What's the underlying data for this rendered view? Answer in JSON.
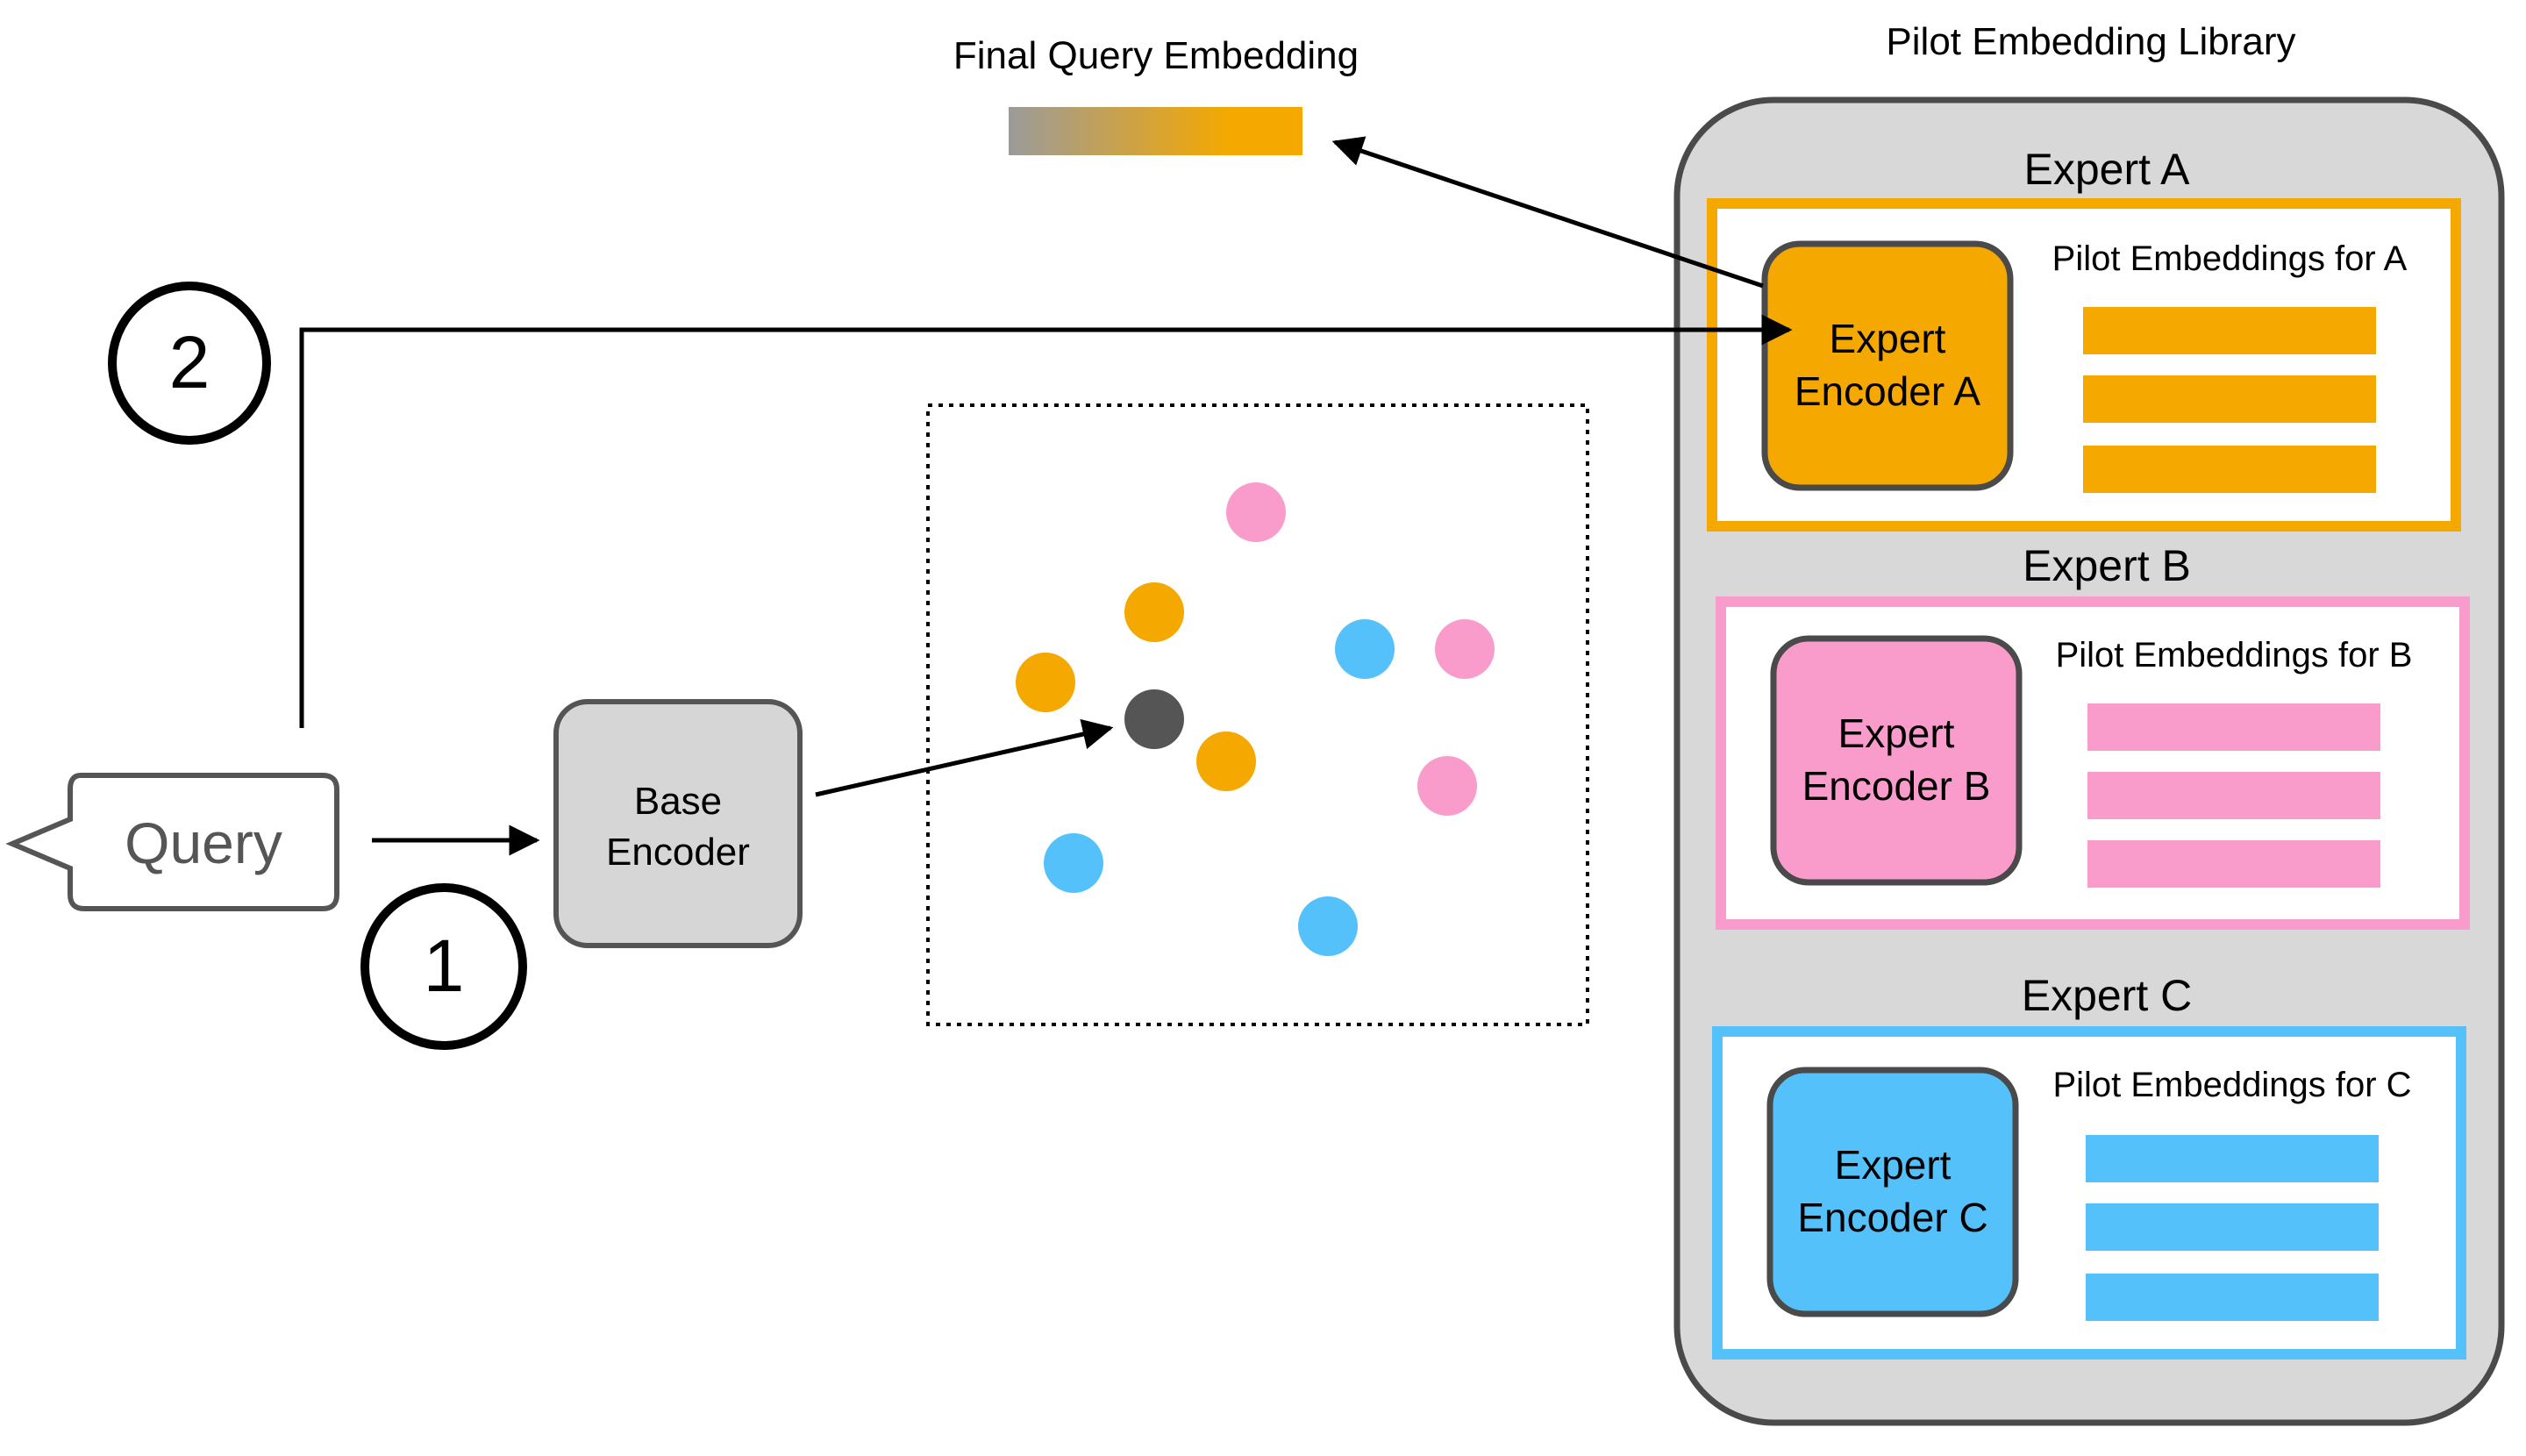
{
  "final_embedding": {
    "label": "Final Query Embedding",
    "gradient": [
      "#9b9b9b",
      "#f5a800"
    ]
  },
  "library": {
    "title": "Pilot Embedding Library",
    "experts": [
      {
        "title": "Expert A",
        "encoder_line1": "Expert",
        "encoder_line2": "Encoder A",
        "pilot_label": "Pilot Embeddings for A",
        "color": "#f5a800",
        "pilot_count": 3
      },
      {
        "title": "Expert B",
        "encoder_line1": "Expert",
        "encoder_line2": "Encoder B",
        "pilot_label": "Pilot Embeddings for B",
        "color": "#f99ccc",
        "pilot_count": 3
      },
      {
        "title": "Expert C",
        "encoder_line1": "Expert",
        "encoder_line2": "Encoder C",
        "pilot_label": "Pilot Embeddings for C",
        "color": "#55c1fb",
        "pilot_count": 3
      }
    ]
  },
  "query": {
    "label": "Query"
  },
  "base_encoder": {
    "line1": "Base",
    "line2": "Encoder"
  },
  "steps": {
    "one": "1",
    "two": "2"
  },
  "colors": {
    "query_point": "#555555",
    "library_bg": "#d8d8d8",
    "encoder_gray": "#d6d6d6",
    "stroke": "#4a4a4a"
  }
}
